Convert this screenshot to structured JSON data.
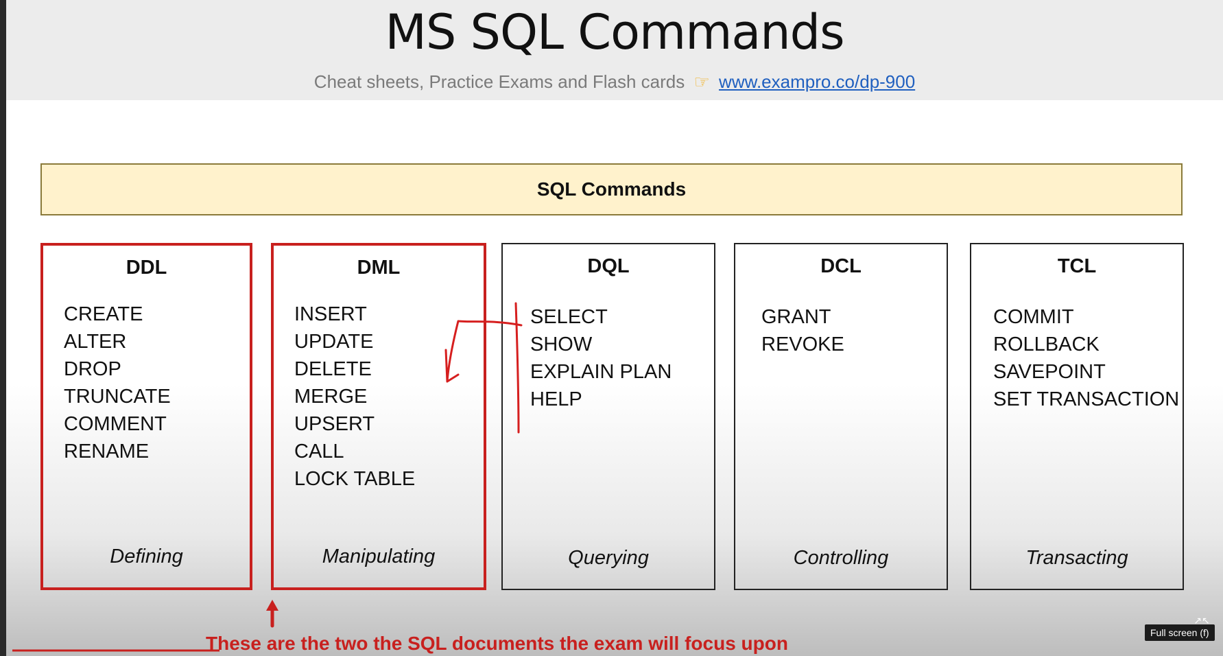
{
  "slide": {
    "title": "MS SQL Commands",
    "subtitle_text": "Cheat sheets, Practice Exams and Flash cards",
    "subtitle_icon": "pointing-hand-icon",
    "link_text": "www.exampro.co/dp-900",
    "banner": "SQL Commands",
    "categories": [
      {
        "name": "DDL",
        "items": [
          "CREATE",
          "ALTER",
          "DROP",
          "TRUNCATE",
          "COMMENT",
          "RENAME"
        ],
        "footer": "Defining"
      },
      {
        "name": "DML",
        "items": [
          "INSERT",
          "UPDATE",
          "DELETE",
          "MERGE",
          "UPSERT",
          "CALL",
          "LOCK TABLE"
        ],
        "footer": "Manipulating"
      },
      {
        "name": "DQL",
        "items": [
          "SELECT",
          "SHOW",
          "EXPLAIN PLAN",
          "HELP"
        ],
        "footer": "Querying"
      },
      {
        "name": "DCL",
        "items": [
          "GRANT",
          "REVOKE"
        ],
        "footer": "Controlling"
      },
      {
        "name": "TCL",
        "items": [
          "COMMIT",
          "ROLLBACK",
          "SAVEPOINT",
          "SET TRANSACTION"
        ],
        "footer": "Transacting"
      }
    ],
    "annotation": "These are the two the SQL documents the exam will focus upon"
  },
  "player": {
    "fullscreen_tooltip": "Full screen (f)",
    "fullscreen_icon": "fullscreen-icon"
  },
  "colors": {
    "header_bg": "#ececec",
    "banner_bg": "#fff2cc",
    "highlight": "#c8201e",
    "link": "#1f5fbf"
  }
}
